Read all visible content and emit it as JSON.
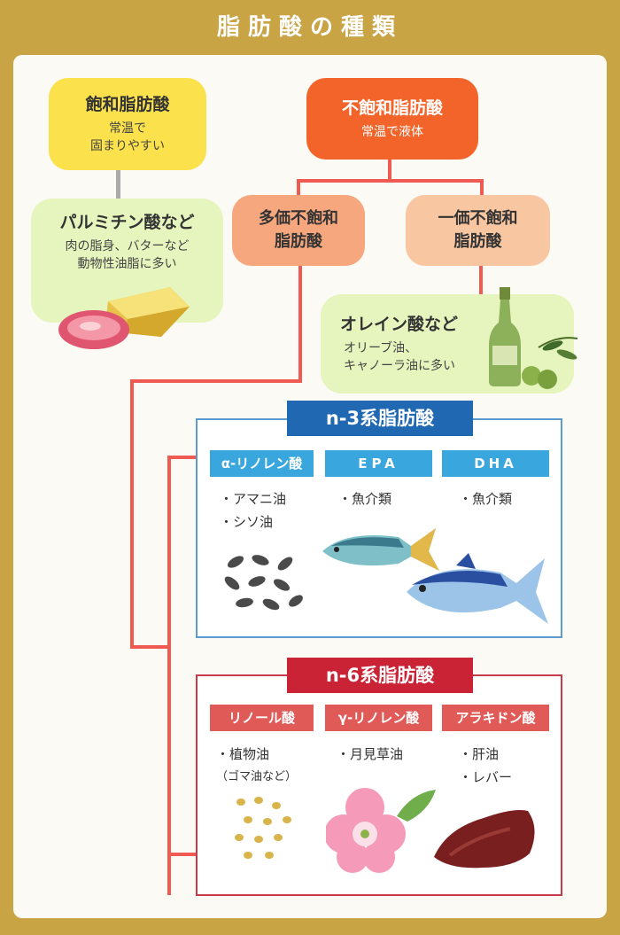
{
  "title": "脂肪酸の種類",
  "saturated": {
    "name": "飽和脂肪酸",
    "desc_line1": "常温で",
    "desc_line2": "固まりやすい"
  },
  "unsaturated": {
    "name": "不飽和脂肪酸",
    "desc": "常温で液体"
  },
  "polyunsaturated": {
    "line1": "多価不飽和",
    "line2": "脂肪酸"
  },
  "monounsaturated": {
    "line1": "一価不飽和",
    "line2": "脂肪酸"
  },
  "palmitic": {
    "name": "パルミチン酸など",
    "desc_line1": "肉の脂身、バターなど",
    "desc_line2": "動物性油脂に多い"
  },
  "oleic": {
    "name": "オレイン酸など",
    "desc_line1": "オリーブ油、",
    "desc_line2": "キャノーラ油に多い"
  },
  "n3": {
    "title": "n-3系脂肪酸",
    "tabs": [
      "α-リノレン酸",
      "EPA",
      "DHA"
    ],
    "sources": [
      [
        "・アマニ油",
        "・シソ油"
      ],
      [
        "・魚介類"
      ],
      [
        "・魚介類"
      ]
    ]
  },
  "n6": {
    "title": "n-6系脂肪酸",
    "tabs": [
      "リノール酸",
      "γ-リノレン酸",
      "アラキドン酸"
    ],
    "sources": [
      [
        "・植物油",
        "（ゴマ油など）"
      ],
      [
        "・月見草油"
      ],
      [
        "・肝油",
        "・レバー"
      ]
    ]
  },
  "colors": {
    "gold": "#c8a445",
    "yellow": "#fbe24c",
    "orange": "#f2642a",
    "salmon": "#f7a77e",
    "peach": "#f8c6a0",
    "green": "#e5f5bd",
    "blue": "#2168b3",
    "sky": "#39a6de",
    "red": "#c92335",
    "pinkred": "#e05a58",
    "line": "#ef5a52"
  }
}
